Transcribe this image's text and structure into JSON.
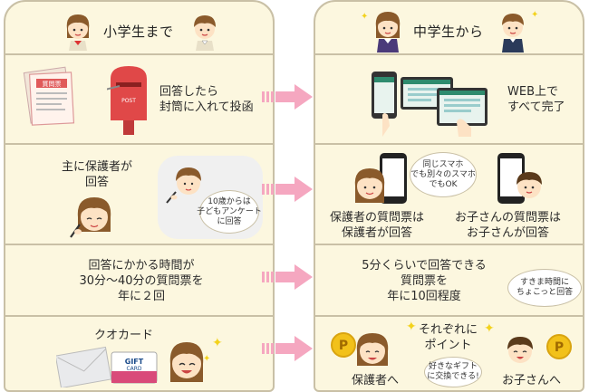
{
  "left": {
    "title": "小学生まで",
    "row1": {
      "line1": "回答したら",
      "line2": "封筒に入れて投函",
      "form_label": "質問票",
      "post_label": "POST"
    },
    "row2": {
      "line1": "主に保護者が",
      "line2": "回答",
      "bubble_line1": "10歳からは",
      "bubble_line2": "子どもアンケート",
      "bubble_line3": "に回答"
    },
    "row3": {
      "line1": "回答にかかる時間が",
      "line2": "30分～40分の質問票を",
      "line3": "年に２回"
    },
    "row4": {
      "label": "クオカード",
      "card_line1": "GIFT",
      "card_line2": "CARD"
    }
  },
  "right": {
    "title": "中学生から",
    "row1": {
      "line1": "WEB上で",
      "line2": "すべて完了"
    },
    "row2": {
      "bubble_line1": "同じスマホ",
      "bubble_line2": "でも別々のスマホ",
      "bubble_line3": "でもOK",
      "parent_line1": "保護者の質問票は",
      "parent_line2": "保護者が回答",
      "child_line1": "お子さんの質問票は",
      "child_line2": "お子さんが回答"
    },
    "row3": {
      "line1": "5分くらいで回答できる",
      "line2": "質問票を",
      "line3": "年に10回程度",
      "bubble_line1": "すきま時間に",
      "bubble_line2": "ちょこっと回答"
    },
    "row4": {
      "line1": "それぞれに",
      "line2": "ポイント",
      "bubble_line1": "好きなギフト",
      "bubble_line2": "に交換できる!",
      "parent_label": "保護者へ",
      "child_label": "お子さんへ",
      "coin": "P"
    }
  },
  "colors": {
    "panel_bg": "#fcf7df",
    "border": "#c9c0a6",
    "arrow": "#f5a7c0",
    "coin": "#f2c11a",
    "skin": "#fde2c4",
    "hair": "#8a5a2b"
  }
}
